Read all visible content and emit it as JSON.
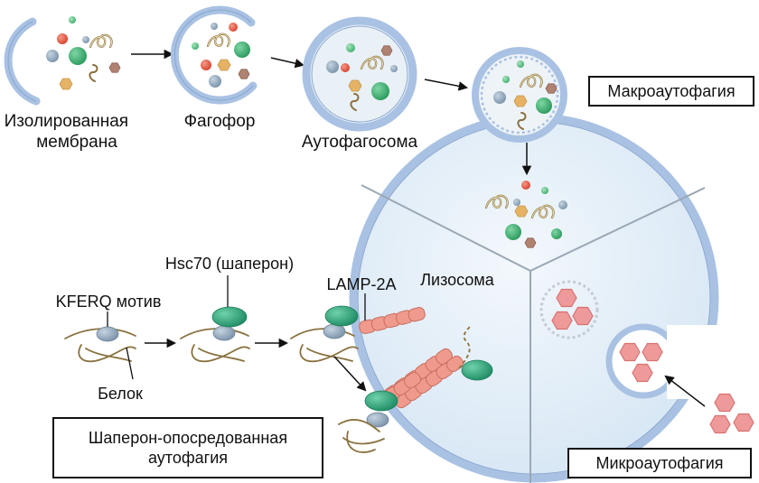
{
  "labels": {
    "isolated_membrane": [
      "Изолированная",
      "мембрана"
    ],
    "phagophore": "Фагофор",
    "autophagosome": "Аутофагосома",
    "macroautophagy": "Макроаутофагия",
    "lysosome": "Лизосома",
    "kferq": "KFERQ мотив",
    "hsc70": "Hsc70 (шаперон)",
    "lamp2a": "LAMP-2A",
    "protein": "Белок",
    "cma": [
      "Шаперон-опосредованная",
      "аутофагия"
    ],
    "microautophagy": "Микроаутофагия"
  },
  "colors": {
    "membrane": "#a9c2e3",
    "membrane_dark": "#8aa6cf",
    "lysosome_fill": "#e6f0f9",
    "autophagosome_fill": "#eef3f8",
    "green_particle": "#3cae6d",
    "red_particle": "#e0503a",
    "gray_particle": "#8aa0b5",
    "hex_orange": "#e6b366",
    "hex_brown": "#b08272",
    "hsc70": "#2fa37a",
    "lamp2a": "#ef9a8c",
    "hexagon_pink": "#ef9a9a",
    "protein_strand": "#8a7240",
    "divider": "#9aa8b5"
  }
}
